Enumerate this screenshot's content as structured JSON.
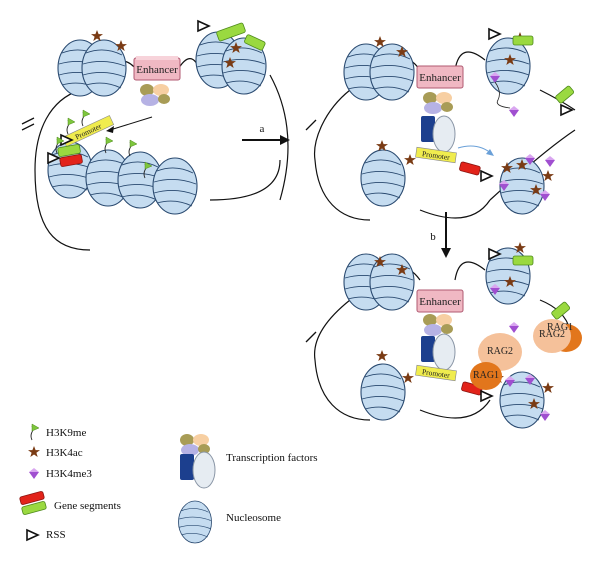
{
  "labels": {
    "enhancer": "Enhancer",
    "promoter": "Promoter",
    "step_a": "a",
    "step_b": "b",
    "rag1": "RAG1",
    "rag2": "RAG2"
  },
  "legend": {
    "h3k9me": "H3K9me",
    "h3k4ac": "H3K4ac",
    "h3k4me3": "H3K4me3",
    "gene_segments": "Gene segments",
    "rss": "RSS",
    "transcription_factors": "Transcription factors",
    "nucleosome": "Nucleosome"
  },
  "colors": {
    "nucleosome": "#c5dcf0",
    "enhancer": "#f0b8c3",
    "promoter": "#f0ec4e",
    "gene_red": "#e2231a",
    "gene_green": "#9ad940",
    "star": "#7a3b14",
    "h3k9me": "#7ec63d",
    "h3k4me3": "#a04fd0",
    "rag": "#f5c19a",
    "rag_dark": "#e2761c",
    "tf_blue": "#1c3f8e"
  }
}
